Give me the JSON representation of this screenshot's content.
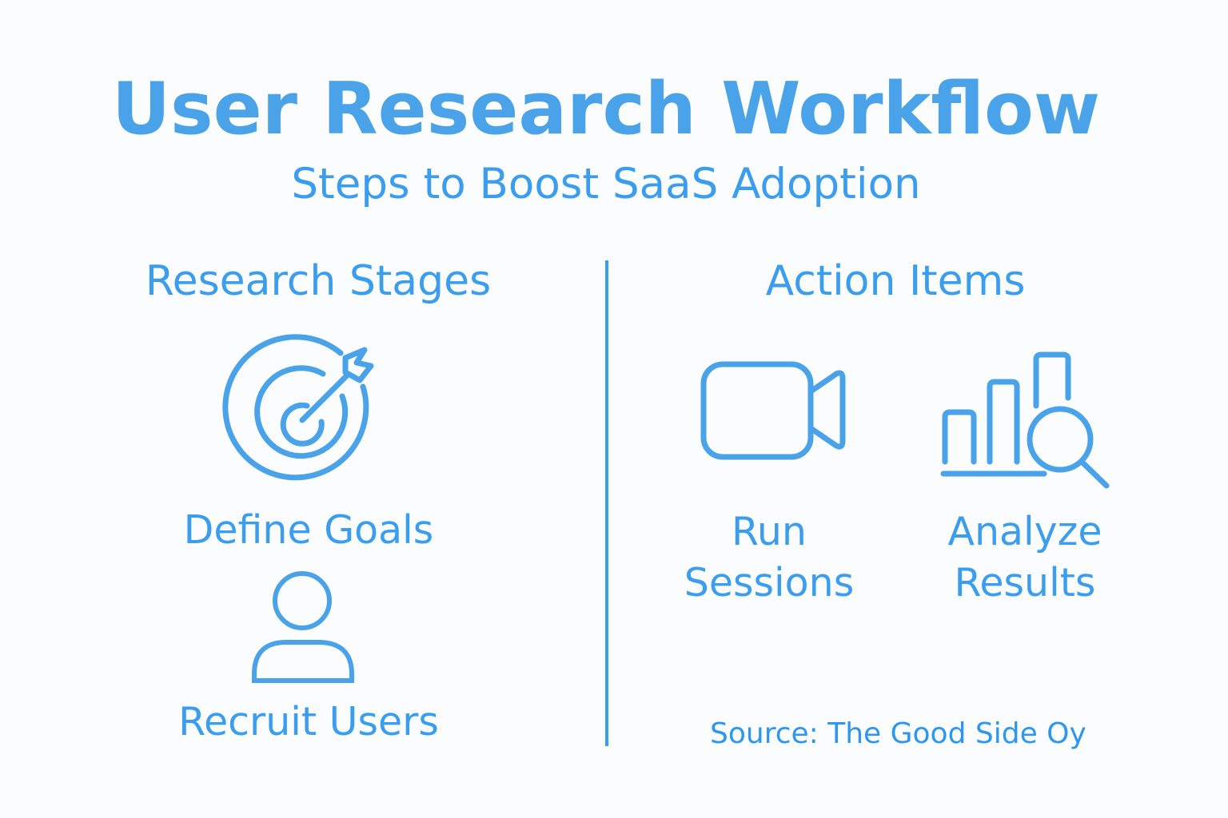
{
  "header": {
    "title": "User Research Workflow",
    "subtitle": "Steps to Boost SaaS Adoption"
  },
  "left_section": {
    "heading": "Research Stages",
    "items": [
      {
        "icon": "target-icon",
        "label": "Define Goals"
      },
      {
        "icon": "user-icon",
        "label": "Recruit Users"
      }
    ]
  },
  "right_section": {
    "heading": "Action Items",
    "items": [
      {
        "icon": "video-camera-icon",
        "label_line1": "Run",
        "label_line2": "Sessions"
      },
      {
        "icon": "bar-chart-search-icon",
        "label_line1": "Analyze",
        "label_line2": "Results"
      }
    ]
  },
  "footer": {
    "source": "Source: The Good Side Oy"
  },
  "colors": {
    "accent": "#4aa3e8",
    "text": "#3b9ded",
    "background": "#fbfcfd"
  }
}
